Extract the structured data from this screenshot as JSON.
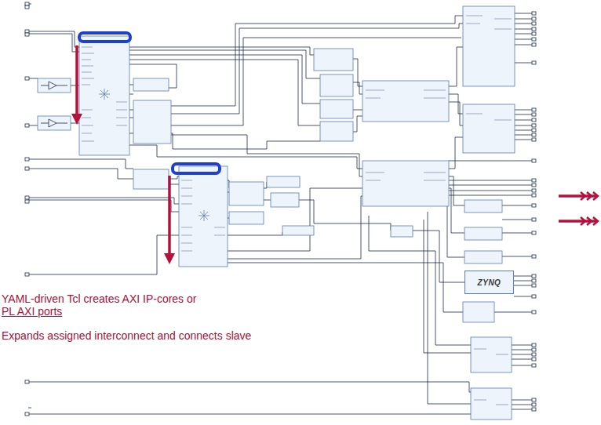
{
  "diagram": {
    "nodes": [
      {
        "text": [
          "ZYNQ"
        ]
      }
    ],
    "labels": [
      "YAML-driven Tcl creates AXI IP-cores or",
      "PL AXI ports",
      "Expands assigned interconnect and connects slave"
    ]
  }
}
